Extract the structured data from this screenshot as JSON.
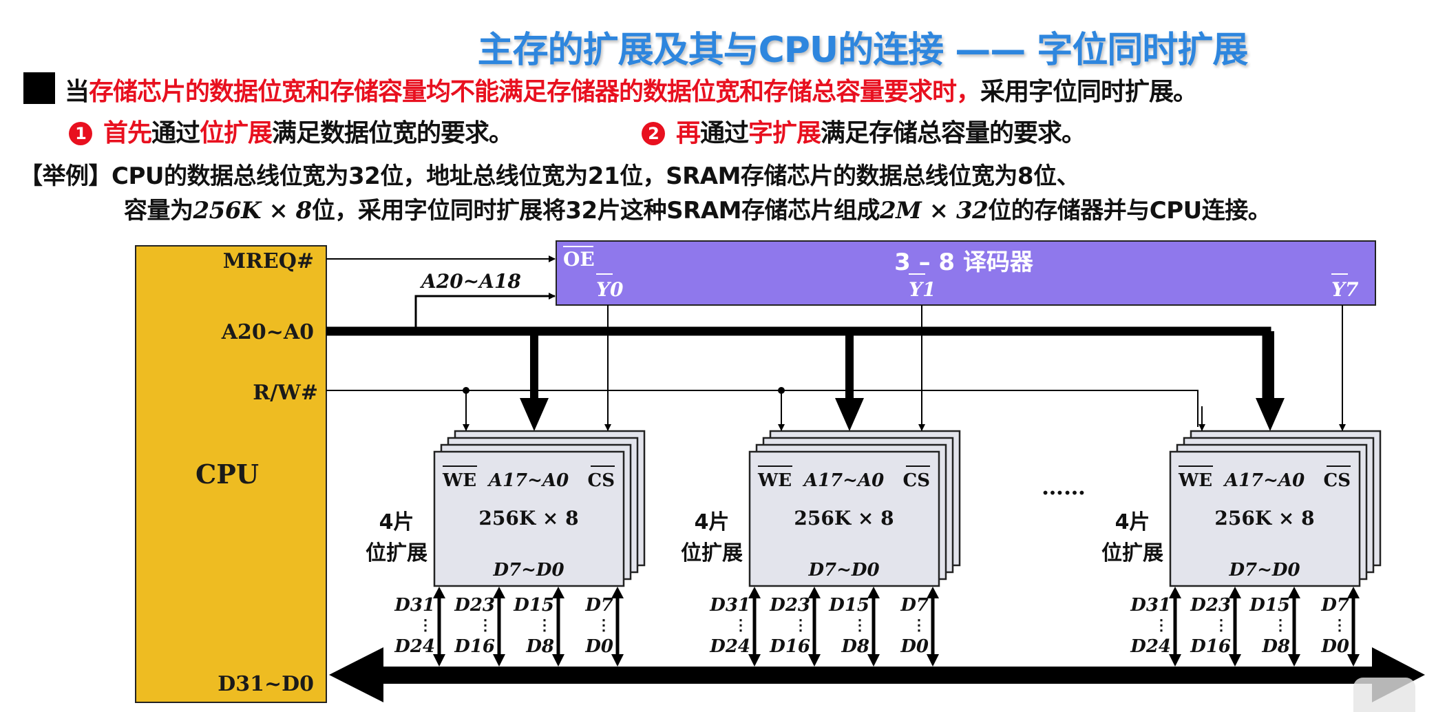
{
  "title": "主存的扩展及其与CPU的连接 —— 字位同时扩展",
  "intro": {
    "prefix": "当",
    "highlight": "存储芯片的数据位宽和存储容量均不能满足存储器的数据位宽和存储总容量要求时，",
    "suffix": "采用字位同时扩展。"
  },
  "steps": [
    {
      "number": "1",
      "red1": "首先",
      "black1": "通过",
      "red2": "位扩展",
      "black2": "满足数据位宽的要求。"
    },
    {
      "number": "2",
      "red1": "再",
      "black1": "通过",
      "red2": "字扩展",
      "black2": "满足存储总容量的要求。"
    }
  ],
  "example": {
    "label": "【举例】",
    "line1": "CPU的数据总线位宽为32位，地址总线位宽为21位，SRAM存储芯片的数据总线位宽为8位、",
    "line2_a": "容量为",
    "line2_b": "256K × 8",
    "line2_c": "位，采用字位同时扩展将32片这种SRAM存储芯片组成",
    "line2_d": "2M × 32",
    "line2_e": "位的存储器并与CPU连接。"
  },
  "diagram": {
    "cpu": {
      "label": "CPU",
      "pins": {
        "mreq": "MREQ#",
        "addr": "A20~A0",
        "rw": "R/W#",
        "data": "D31~D0"
      }
    },
    "decoder": {
      "label": "3 – 8 译码器",
      "oe": "OE",
      "outputs": [
        "Y0",
        "Y1",
        "Y7"
      ]
    },
    "decoder_input_label": "A20~A18",
    "chip_groups": [
      {
        "side_label_1": "4片",
        "side_label_2": "位扩展",
        "we": "WE",
        "addr": "A17~A0",
        "cs": "CS",
        "capacity": "256K × 8",
        "data": "D7~D0",
        "select": "Y0"
      },
      {
        "side_label_1": "4片",
        "side_label_2": "位扩展",
        "we": "WE",
        "addr": "A17~A0",
        "cs": "CS",
        "capacity": "256K × 8",
        "data": "D7~D0",
        "select": "Y1"
      },
      {
        "side_label_1": "4片",
        "side_label_2": "位扩展",
        "we": "WE",
        "addr": "A17~A0",
        "cs": "CS",
        "capacity": "256K × 8",
        "data": "D7~D0",
        "select": "Y7"
      }
    ],
    "ellipsis": "……",
    "data_lines": [
      {
        "top": "D31",
        "bottom": "D24"
      },
      {
        "top": "D23",
        "bottom": "D16"
      },
      {
        "top": "D15",
        "bottom": "D8"
      },
      {
        "top": "D7",
        "bottom": "D0"
      }
    ],
    "colors": {
      "cpu": "#eebc22",
      "decoder": "#8f78ec",
      "chip": "#e3e4ec"
    }
  }
}
